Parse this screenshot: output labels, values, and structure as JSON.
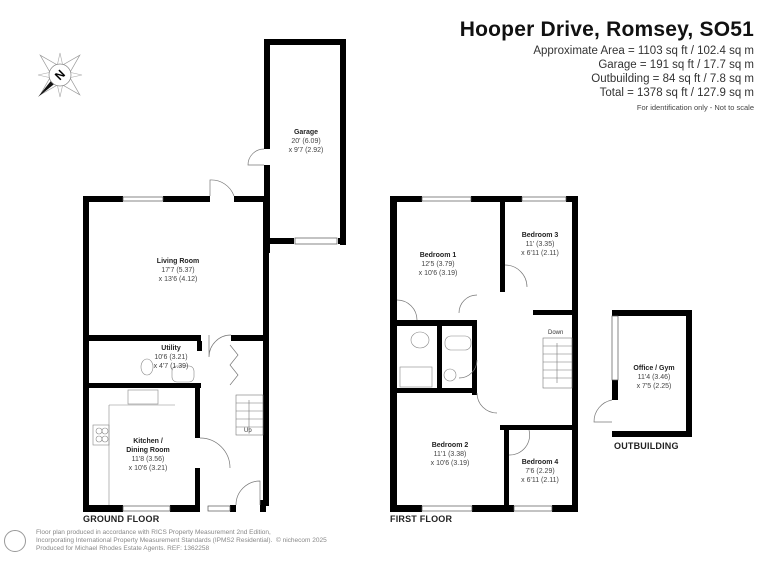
{
  "header": {
    "title": "Hooper Drive, Romsey, SO51",
    "areas": [
      "Approximate Area = 1103 sq ft / 102.4 sq m",
      "Garage = 191 sq ft / 17.7 sq m",
      "Outbuilding = 84 sq ft / 7.8 sq m",
      "Total = 1378 sq ft / 127.9 sq m"
    ],
    "disclaimer": "For identification only - Not to scale"
  },
  "compass": {
    "icon": "north-compass-icon",
    "label": "N"
  },
  "floors": {
    "ground": {
      "label": "GROUND FLOOR",
      "stairs": "Up"
    },
    "first": {
      "label": "FIRST FLOOR",
      "stairs": "Down"
    },
    "outbuilding": {
      "label": "OUTBUILDING"
    }
  },
  "rooms": {
    "garage": {
      "name": "Garage",
      "dim1": "20' (6.09)",
      "dim2": "x 9'7 (2.92)"
    },
    "living": {
      "name": "Living Room",
      "dim1": "17'7 (5.37)",
      "dim2": "x 13'6 (4.12)"
    },
    "utility": {
      "name": "Utility",
      "dim1": "10'6 (3.21)",
      "dim2": "x 4'7 (1.39)"
    },
    "kitchen": {
      "name": "Kitchen /",
      "name2": "Dining Room",
      "dim1": "11'8 (3.56)",
      "dim2": "x 10'6 (3.21)"
    },
    "bed1": {
      "name": "Bedroom 1",
      "dim1": "12'5 (3.79)",
      "dim2": "x 10'6 (3.19)"
    },
    "bed2": {
      "name": "Bedroom 2",
      "dim1": "11'1 (3.38)",
      "dim2": "x 10'6 (3.19)"
    },
    "bed3": {
      "name": "Bedroom 3",
      "dim1": "11' (3.35)",
      "dim2": "x 6'11 (2.11)"
    },
    "bed4": {
      "name": "Bedroom 4",
      "dim1": "7'6 (2.29)",
      "dim2": "x 6'11 (2.11)"
    },
    "office": {
      "name": "Office / Gym",
      "dim1": "11'4 (3.46)",
      "dim2": "x 7'5 (2.25)"
    }
  },
  "footer": {
    "icon": "rics-person-icon",
    "lines": [
      "Floor plan produced in accordance with RICS Property Measurement 2nd Edition,",
      "Incorporating International Property Measurement Standards (IPMS2 Residential).",
      "Produced for Michael Rhodes Estate Agents.   REF: 1362258"
    ],
    "copyright": "© nichecom 2025"
  }
}
